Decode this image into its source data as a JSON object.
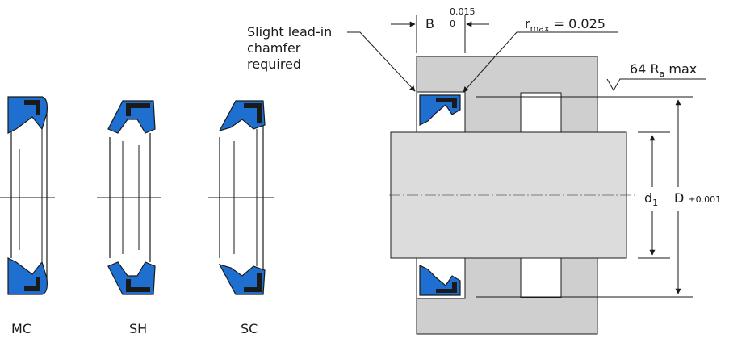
{
  "variants": [
    {
      "id": "mc",
      "label": "MC"
    },
    {
      "id": "sh",
      "label": "SH"
    },
    {
      "id": "sc",
      "label": "SC"
    }
  ],
  "annotations": {
    "chamfer_line1": "Slight lead-in",
    "chamfer_line2": "chamfer",
    "chamfer_line3": "required",
    "width_symbol": "B",
    "width_tol_upper": "0.015",
    "width_tol_lower": "0",
    "radius_symbol": "r",
    "radius_sub": "max",
    "radius_value": "= 0.025",
    "roughness_value": "64 R",
    "roughness_sub": "a",
    "roughness_suffix": "max",
    "shaft_symbol": "d",
    "shaft_sub": "1",
    "bore_symbol": "D",
    "bore_tol": "±0.001"
  },
  "colors": {
    "seal_blue": "#1f6fd1",
    "seal_black": "#1a1a1a",
    "housing_gray": "#cfcfcf",
    "shaft_gray": "#dcdcdc",
    "line": "#1a1a1a"
  }
}
